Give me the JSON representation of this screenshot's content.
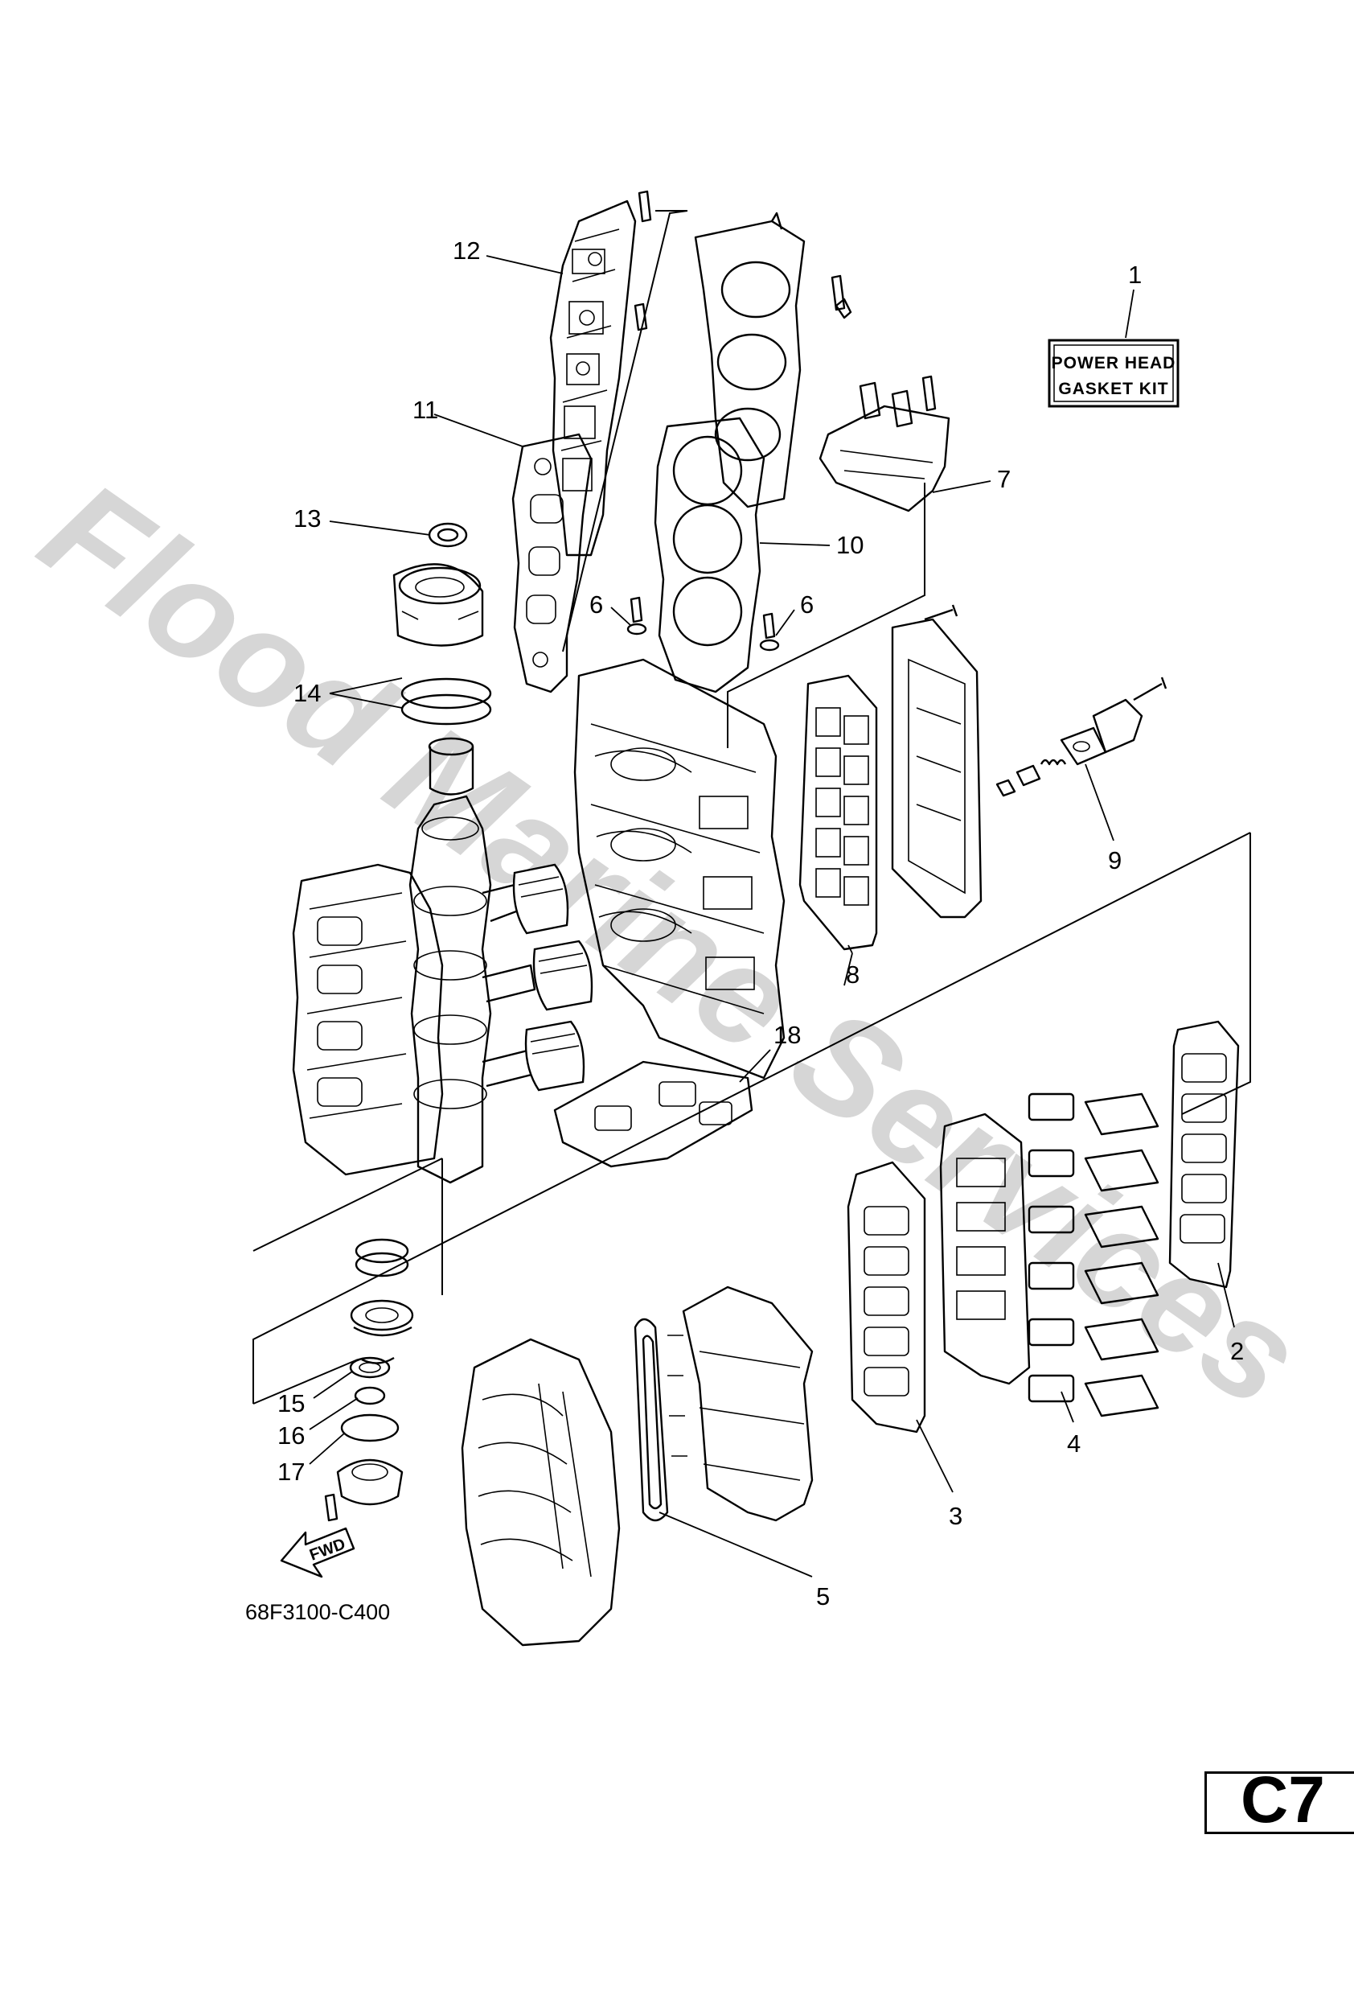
{
  "watermark": "Flood Marine Services",
  "kit_label": {
    "line1": "POWER HEAD",
    "line2": "GASKET KIT"
  },
  "fwd_label": "FWD",
  "part_code": "68F3100-C400",
  "page_code": "C7",
  "callouts": {
    "c1": "1",
    "c2": "2",
    "c3": "3",
    "c4": "4",
    "c5": "5",
    "c6a": "6",
    "c6b": "6",
    "c7": "7",
    "c8": "8",
    "c9": "9",
    "c10": "10",
    "c11": "11",
    "c12": "12",
    "c13": "13",
    "c14": "14",
    "c15": "15",
    "c16": "16",
    "c17": "17",
    "c18": "18"
  }
}
